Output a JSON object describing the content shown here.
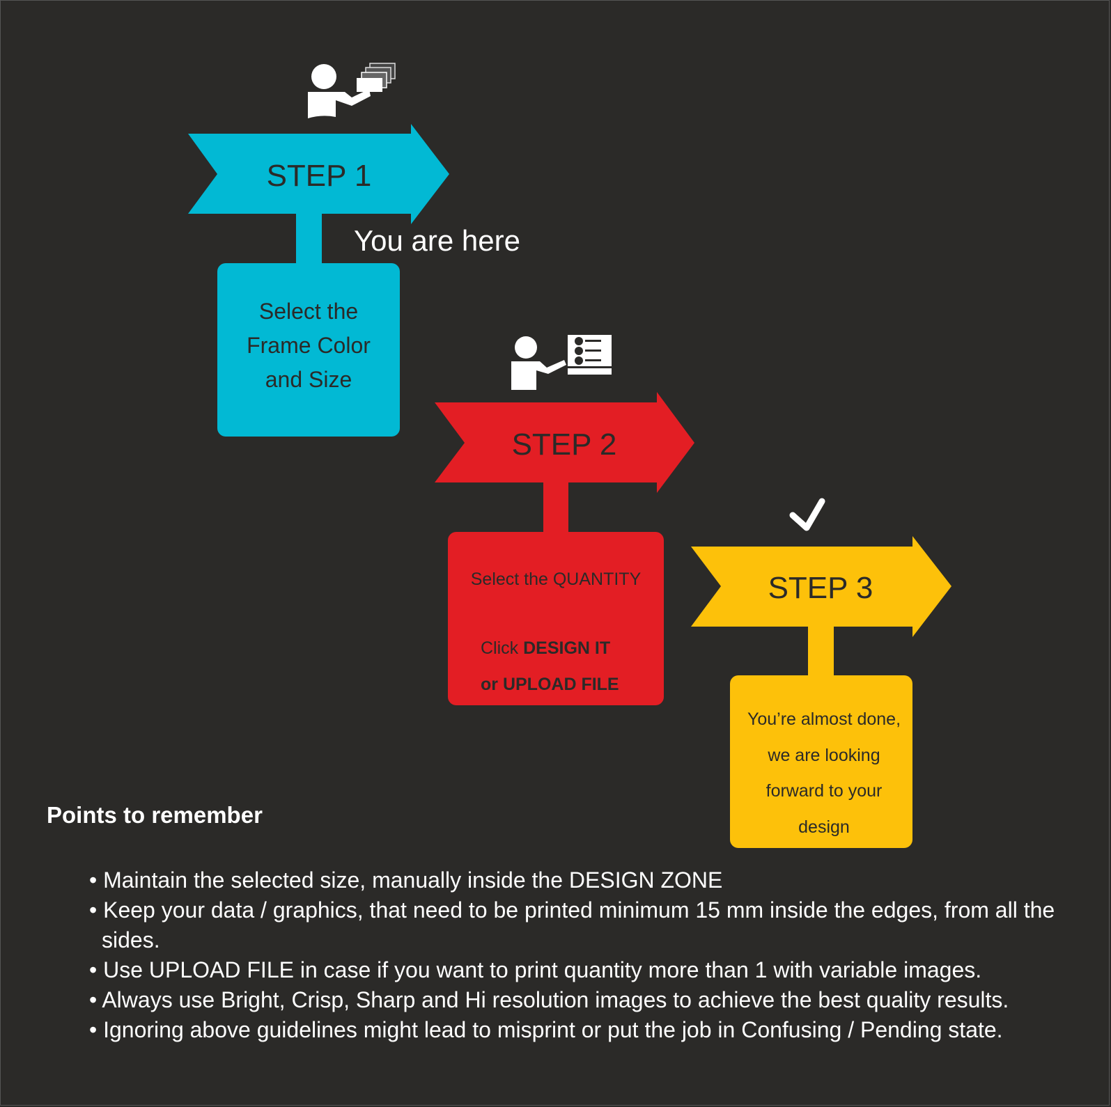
{
  "colors": {
    "background": "#2b2a28",
    "step1": "#02b9d4",
    "step2": "#e31e24",
    "step3": "#fdc10a"
  },
  "icons": [
    "presenter-cards-icon",
    "presenter-list-icon",
    "checkmark-icon"
  ],
  "steps": [
    {
      "label": "STEP 1",
      "lines": [
        "Select the",
        "Frame Color",
        "and Size"
      ]
    },
    {
      "label": "STEP 2",
      "line1": "Select the QUANTITY",
      "click_prefix": "Click ",
      "click_bold": "DESIGN IT",
      "line3": "or UPLOAD FILE"
    },
    {
      "label": "STEP 3",
      "lines": [
        "You’re almost done,",
        "we are looking",
        "forward to your",
        "design"
      ]
    }
  ],
  "you_are_here": "You are here",
  "points": {
    "title": "Points to remember",
    "items": [
      "• Maintain the selected size, manually inside the DESIGN ZONE",
      "• Keep your data / graphics, that need to be printed minimum 15 mm inside the edges, from all the sides.",
      "• Use UPLOAD FILE in case if you want to print quantity more than 1 with variable images.",
      "• Always use Bright, Crisp, Sharp and Hi resolution images to achieve the best quality results.",
      "• Ignoring above guidelines might lead to misprint or put the job in Confusing / Pending state."
    ]
  }
}
